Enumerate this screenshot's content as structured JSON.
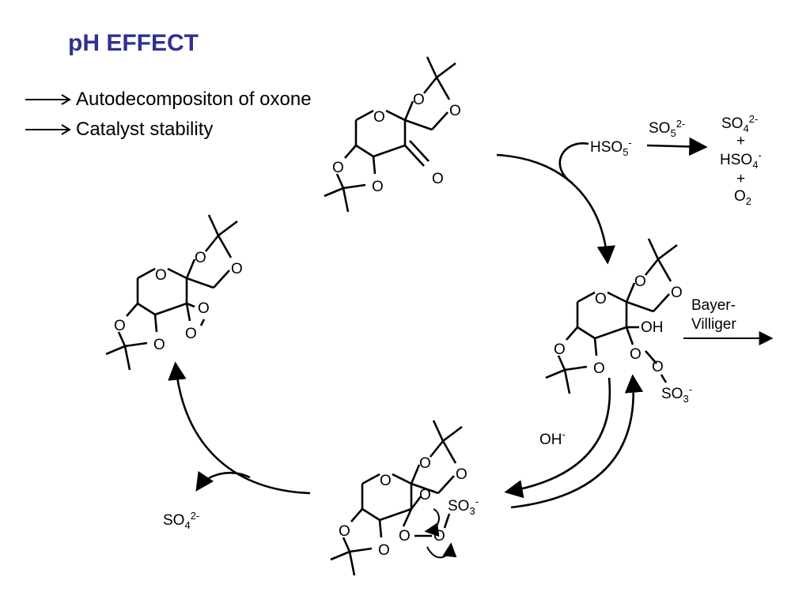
{
  "title": "pH EFFECT",
  "bullets": [
    "Autodecompositon of oxone",
    "Catalyst stability"
  ],
  "reagents": {
    "hso5": {
      "main": "HSO",
      "sub": "5",
      "sup": "-"
    },
    "so5": {
      "main": "SO",
      "sub": "5",
      "sup": "2-"
    },
    "so4_top": {
      "main": "SO",
      "sub": "4",
      "sup": "2-"
    },
    "plus": "+",
    "hso4": {
      "main": "HSO",
      "sub": "4",
      "sup": "-"
    },
    "o2": {
      "main": "O",
      "sub": "2"
    },
    "bayer1": "Bayer-",
    "bayer2": "Villiger",
    "oh": {
      "main": "OH",
      "sup": "-"
    },
    "so4_left": {
      "main": "SO",
      "sub": "4",
      "sup": "2-"
    }
  },
  "atoms": {
    "O": "O",
    "OH": "OH",
    "so3": {
      "main": "SO",
      "sub": "3",
      "sup": "-"
    },
    "o_minus": {
      "main": "O",
      "sup": "-"
    }
  }
}
